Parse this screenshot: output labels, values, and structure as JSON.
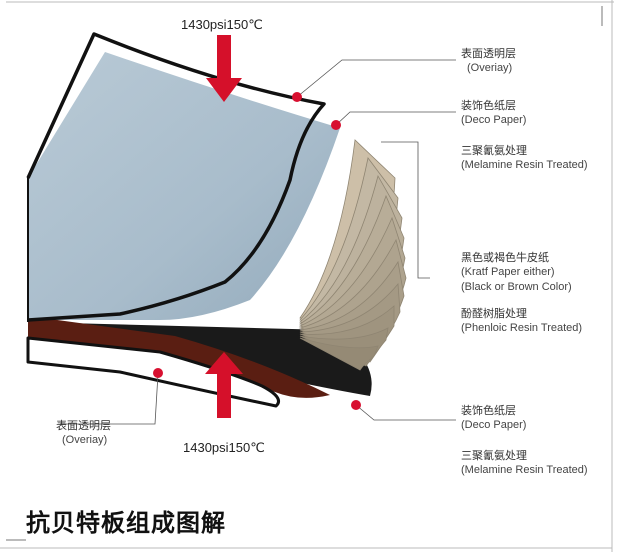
{
  "pressure_top": "1430psi150℃",
  "pressure_bottom": "1430psi150℃",
  "labels": {
    "overlay_top": {
      "cn": "表面透明层",
      "en": "(Overiay)"
    },
    "deco_top": {
      "cn": "装饰色纸层",
      "en": "(Deco Paper)"
    },
    "melamine_top": {
      "cn": "三聚氰氨处理",
      "en": "(Melamine Resin Treated)"
    },
    "kraft": {
      "cn": "黑色或褐色牛皮纸",
      "en1": "(Kratf Paper either)",
      "en2": "(Black or Brown Color)"
    },
    "phenolic": {
      "cn": "酚醛树脂处理",
      "en": "(Phenloic Resin Treated)"
    },
    "overlay_bottom": {
      "cn": "表面透明层",
      "en": "(Overiay)"
    },
    "deco_bottom": {
      "cn": "装饰色纸层",
      "en": "(Deco Paper)"
    },
    "melamine_bottom": {
      "cn": "三聚氰氨处理",
      "en": "(Melamine Resin Treated)"
    }
  },
  "title": "抗贝特板组成图解",
  "colors": {
    "overlay_sheet": "#aec0cc",
    "kraft_sheet": "#b8ad98",
    "deco_bottom": "#5a1e12",
    "arrow": "#d5102a",
    "leader_dot": "#d81030"
  }
}
